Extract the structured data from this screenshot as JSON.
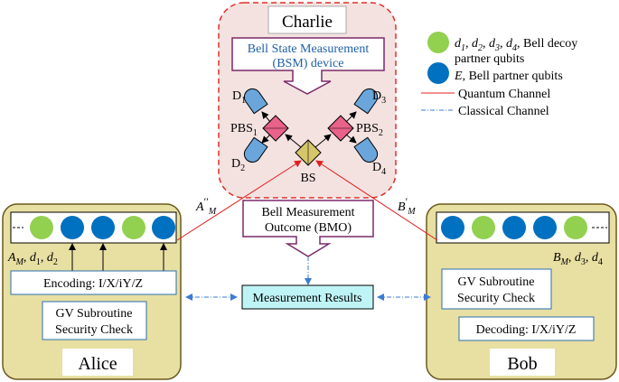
{
  "colors": {
    "panel_fill": "#e8dfa2",
    "panel_stroke": "#6b5a1e",
    "charlie_fill": "#f4e2e0",
    "charlie_stroke": "#e0302a",
    "decoy_qubit": "#92d050",
    "partner_qubit": "#0070c0",
    "detector": "#6aa6dc",
    "pbs": "#e8628a",
    "bs": "#d6c66a",
    "purple_box": "#7a2a6a",
    "results_fill": "#bff4f6",
    "quantum_channel": "#e02020",
    "classical_channel": "#3a7bd5"
  },
  "charlie": {
    "title": "Charlie",
    "bsm_line1": "Bell State Measurement",
    "bsm_line2": "(BSM) device",
    "detectors": [
      "D1",
      "D2",
      "D3",
      "D4"
    ],
    "pbs": [
      "PBS1",
      "PBS2"
    ],
    "bs": "BS"
  },
  "bmo": {
    "line1": "Bell Measurement",
    "line2": "Outcome (BMO)"
  },
  "results": "Measurement Results",
  "alice": {
    "name": "Alice",
    "qubits": [
      "decoy",
      "partner",
      "partner",
      "decoy",
      "partner"
    ],
    "label": "A_M, d_1, d_2",
    "encoding": "Encoding: I/X/iY/Z",
    "gv_line1": "GV Subroutine",
    "gv_line2": "Security Check",
    "channel_label": "A''_M"
  },
  "bob": {
    "name": "Bob",
    "qubits": [
      "partner",
      "decoy",
      "partner",
      "partner",
      "decoy"
    ],
    "label": "B_M, d_3, d_4",
    "decoding": "Decoding: I/X/iY/Z",
    "gv_line1": "GV Subroutine",
    "gv_line2": "Security Check",
    "channel_label": "B'_M"
  },
  "legend": {
    "decoy": "d1, d2, d3, d4, Bell decoy",
    "decoy_line2": "partner qubits",
    "partner": "E, Bell partner qubits",
    "quantum": "Quantum Channel",
    "classical": "Classical Channel"
  }
}
